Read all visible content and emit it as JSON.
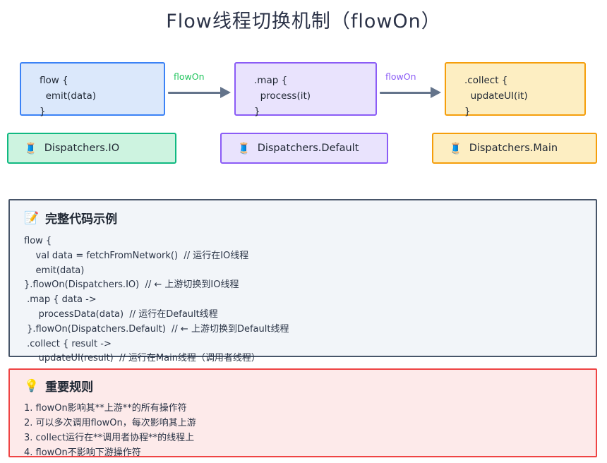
{
  "title": "Flow线程切换机制（flowOn）",
  "colors": {
    "flow_border": "#3b82f6",
    "flow_fill": "#dbe8fb",
    "map_border": "#8b5cf6",
    "map_fill": "#e9e3fd",
    "collect_border": "#f59e0b",
    "collect_fill": "#fdeec2",
    "io_border": "#10b981",
    "io_fill": "#cdf3e0",
    "arrow": "#64748b",
    "label_green": "#22c55e",
    "label_purple": "#8b5cf6",
    "code_border": "#475569",
    "code_fill": "#f2f5f9",
    "rules_border": "#ef4444",
    "rules_fill": "#fdeaea",
    "text": "#1f2733"
  },
  "pipeline": {
    "stages": [
      {
        "id": "flow",
        "code": "flow {\n  emit(data)\n}"
      },
      {
        "id": "map",
        "code": ".map {\n  process(it)\n}"
      },
      {
        "id": "collect",
        "code": ".collect {\n  updateUI(it)\n}"
      }
    ],
    "arrows": [
      {
        "id": "arrow-1",
        "label": "flowOn",
        "color": "#22c55e"
      },
      {
        "id": "arrow-2",
        "label": "flowOn",
        "color": "#8b5cf6"
      }
    ]
  },
  "dispatchers": [
    {
      "id": "io",
      "emoji": "🧵",
      "label": "Dispatchers.IO"
    },
    {
      "id": "default",
      "emoji": "🧵",
      "label": "Dispatchers.Default"
    },
    {
      "id": "main",
      "emoji": "🧵",
      "label": "Dispatchers.Main"
    }
  ],
  "code_panel": {
    "emoji": "📝",
    "heading": "完整代码示例",
    "code": "flow {\n    val data = fetchFromNetwork()  // 运行在IO线程\n    emit(data)\n}.flowOn(Dispatchers.IO)  // ← 上游切换到IO线程\n .map { data ->\n     processData(data)  // 运行在Default线程\n }.flowOn(Dispatchers.Default)  // ← 上游切换到Default线程\n .collect { result ->\n     updateUI(result)  // 运行在Main线程（调用者线程）\n }"
  },
  "rules_panel": {
    "emoji": "💡",
    "heading": "重要规则",
    "rules": "1. flowOn影响其**上游**的所有操作符\n2. 可以多次调用flowOn，每次影响其上游\n3. collect运行在**调用者协程**的线程上\n4. flowOn不影响下游操作符"
  }
}
